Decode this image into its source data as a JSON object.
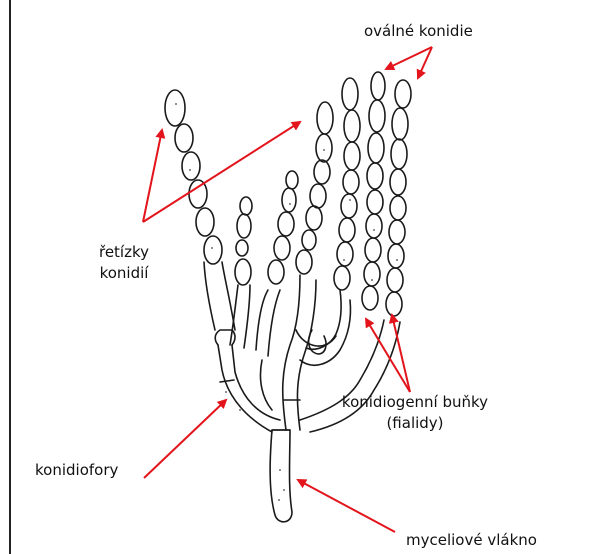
{
  "labels": {
    "oval_conidia": "oválné konidie",
    "conidia_chains_line1": "řetízky",
    "conidia_chains_line2": "konidií",
    "conidiogenous_cells_line1": "konidiogenní buňky",
    "conidiogenous_cells_line2": "(fialidy)",
    "conidiophores": "konidiofory",
    "mycelial_hypha": "myceliové vlákno"
  },
  "colors": {
    "arrow": "#e3141b",
    "outline": "#1a1a1a",
    "border": "#222222"
  }
}
